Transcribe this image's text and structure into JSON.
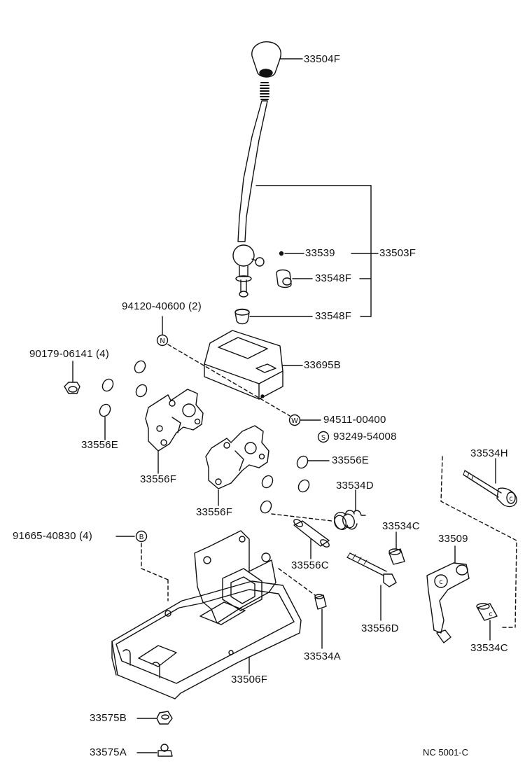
{
  "diagram": {
    "parts": [
      {
        "id": "knob",
        "label": "33504F"
      },
      {
        "id": "lever-assy",
        "label": "33503F"
      },
      {
        "id": "pin",
        "label": "33539"
      },
      {
        "id": "bushing-upper",
        "label": "33548F"
      },
      {
        "id": "bushing-lower",
        "label": "33548F"
      },
      {
        "id": "screw-cover",
        "label": "94120-40600 (2)",
        "marker": "N"
      },
      {
        "id": "cover",
        "label": "33695B"
      },
      {
        "id": "nut-top",
        "label": "90179-06141 (4)"
      },
      {
        "id": "washer-w",
        "label": "94511-00400",
        "marker": "W"
      },
      {
        "id": "ring-s",
        "label": "93249-54008",
        "marker": "S"
      },
      {
        "id": "oring-left",
        "label": "33556E"
      },
      {
        "id": "bracket-left",
        "label": "33556F"
      },
      {
        "id": "oring-right",
        "label": "33556E"
      },
      {
        "id": "bracket-right",
        "label": "33556F"
      },
      {
        "id": "spring",
        "label": "33534D"
      },
      {
        "id": "bolt-b",
        "label": "91665-40830 (4)",
        "marker": "B"
      },
      {
        "id": "sleeve",
        "label": "33556C"
      },
      {
        "id": "bushing-c-top",
        "label": "33534C"
      },
      {
        "id": "shaft-h",
        "label": "33534H"
      },
      {
        "id": "lever-selector",
        "label": "33509"
      },
      {
        "id": "bolt-d",
        "label": "33556D"
      },
      {
        "id": "pin-a",
        "label": "33534A"
      },
      {
        "id": "bushing-c-bottom",
        "label": "33534C"
      },
      {
        "id": "base",
        "label": "33506F"
      },
      {
        "id": "grommet-b",
        "label": "33575B"
      },
      {
        "id": "grommet-a",
        "label": "33575A"
      }
    ],
    "figure_code": "NC 5001-C"
  }
}
